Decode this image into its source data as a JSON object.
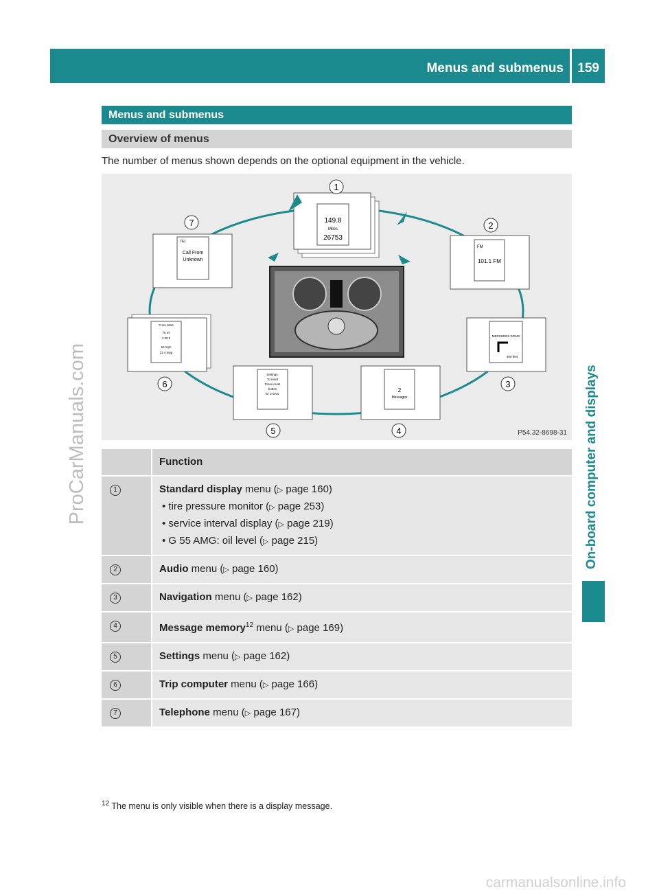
{
  "header": {
    "title": "Menus and submenus",
    "page_number": "159"
  },
  "sidebar": {
    "section": "On-board computer and displays",
    "watermark": "ProCarManuals.com"
  },
  "section_title": "Menus and submenus",
  "subsection_title": "Overview of menus",
  "intro": "The number of menus shown depends on the optional equipment in the vehicle.",
  "figure": {
    "code": "P54.32-8698-31",
    "callouts": [
      "1",
      "2",
      "3",
      "4",
      "5",
      "6",
      "7"
    ],
    "displays": {
      "d1": [
        "149.8",
        "Miles",
        "26753"
      ],
      "d2": [
        "FM",
        "101.1 FM"
      ],
      "d3": [
        "MERCEDES DRIVE",
        "400 feet"
      ],
      "d4": [
        "2",
        "Messages"
      ],
      "d5": [
        "Settings:",
        "To reset",
        "Press reset",
        "button",
        "for 3 secs."
      ],
      "d6": [
        "From Start",
        "75 mi",
        "1:30 h",
        "50 mph",
        "21.4 mpg"
      ],
      "d7": [
        "TEL",
        "Call From",
        "Unknown"
      ]
    }
  },
  "table": {
    "header": "Function",
    "rows": [
      {
        "num": "1",
        "bold": "Standard display",
        "rest": " menu (",
        "page": " page 160)",
        "bullets": [
          {
            "text": "tire pressure monitor (",
            "page": " page 253)"
          },
          {
            "text": "service interval display (",
            "page": " page 219)"
          },
          {
            "text": "G 55 AMG: oil level (",
            "page": " page 215)"
          }
        ]
      },
      {
        "num": "2",
        "bold": "Audio",
        "rest": " menu (",
        "page": " page 160)"
      },
      {
        "num": "3",
        "bold": "Navigation",
        "rest": " menu (",
        "page": " page 162)"
      },
      {
        "num": "4",
        "bold": "Message memory",
        "sup": "12",
        "rest": " menu (",
        "page": " page 169)"
      },
      {
        "num": "5",
        "bold": "Settings",
        "rest": " menu (",
        "page": " page 162)"
      },
      {
        "num": "6",
        "bold": "Trip computer",
        "rest": " menu (",
        "page": " page 166)"
      },
      {
        "num": "7",
        "bold": "Telephone",
        "rest": " menu (",
        "page": " page 167)"
      }
    ]
  },
  "footnote": {
    "num": "12",
    "text": " The menu is only visible when there is a display message."
  },
  "bottom_watermark": "carmanualsonline.info",
  "colors": {
    "teal": "#1a8a8e",
    "gray": "#d4d4d4",
    "light": "#e6e6e6"
  }
}
